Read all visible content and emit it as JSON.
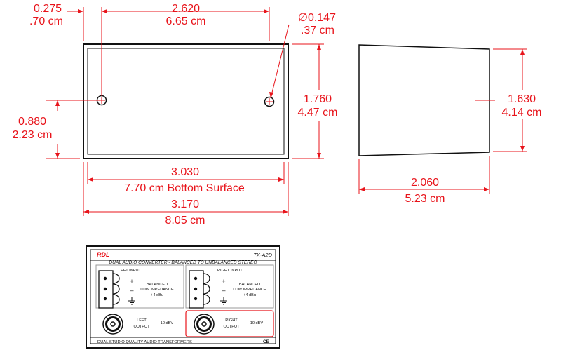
{
  "top_view": {
    "edge_offset": {
      "in": "0.275",
      "cm": ".70 cm"
    },
    "hole_spacing": {
      "in": "2.620",
      "cm": "6.65 cm"
    },
    "hole_diameter": {
      "in": "∅0.147",
      "cm": ".37 cm"
    },
    "hole_height": {
      "in": "0.880",
      "cm": "2.23 cm"
    },
    "height": {
      "in": "1.760",
      "cm": "4.47 cm"
    },
    "bottom_width": {
      "in": "3.030",
      "cm": "7.70 cm Bottom Surface"
    },
    "overall_width": {
      "in": "3.170",
      "cm": "8.05 cm"
    }
  },
  "side_view": {
    "height": {
      "in": "1.630",
      "cm": "4.14 cm"
    },
    "depth": {
      "in": "2.060",
      "cm": "5.23 cm"
    }
  },
  "panel": {
    "brand": "RDL",
    "model": "TX-A2D",
    "title": "DUAL AUDIO CONVERTER - BALANCED TO UNBALANCED STEREO",
    "left_input": "LEFT INPUT",
    "right_input": "RIGHT INPUT",
    "plus": "+",
    "minus": "–",
    "balanced": "BALANCED",
    "low_impedance": "LOW IMPEDANCE",
    "level_in": "+4 dBu",
    "left_output_1": "LEFT",
    "left_output_2": "OUTPUT",
    "right_output_1": "RIGHT",
    "right_output_2": "OUTPUT",
    "level_out": "-10 dBV",
    "footer": "DUAL STUDIO QUALITY AUDIO TRANSFORMERS",
    "ce": "CE"
  }
}
